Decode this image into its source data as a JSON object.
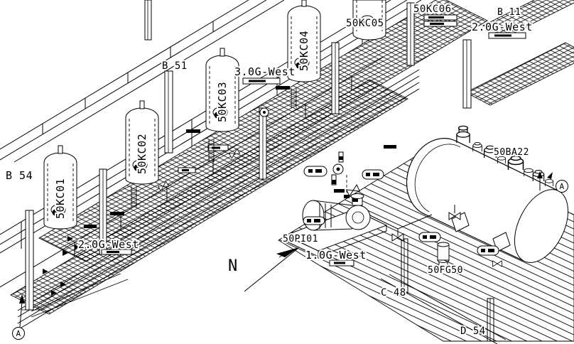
{
  "drawing": {
    "type": "isometric plant piping and equipment layout",
    "background": "#ffffff",
    "line_color": "#000000"
  },
  "grid_refs": [
    {
      "label": "B 54"
    },
    {
      "label": "B 51"
    },
    {
      "label": "B 11"
    },
    {
      "label": "C 48"
    },
    {
      "label": "D 54"
    }
  ],
  "flow_labels": [
    {
      "label": "2.0G-West"
    },
    {
      "label": "3.0G-West"
    },
    {
      "label": "2.0G-West"
    },
    {
      "label": "1.0G-West"
    }
  ],
  "equipment": {
    "vessels": [
      {
        "tag": "50KC01"
      },
      {
        "tag": "50KC02"
      },
      {
        "tag": "50KC03"
      },
      {
        "tag": "50KC04"
      },
      {
        "tag": "50KC05"
      },
      {
        "tag": "50KC06"
      }
    ],
    "tank": {
      "tag": "50BA22"
    },
    "pump": {
      "tag": "50PI01"
    },
    "filter": {
      "tag": "50FG50"
    }
  },
  "north_arrow": {
    "label": "N"
  },
  "ref_bubbles": [
    {
      "label": "A"
    },
    {
      "label": "A"
    }
  ]
}
